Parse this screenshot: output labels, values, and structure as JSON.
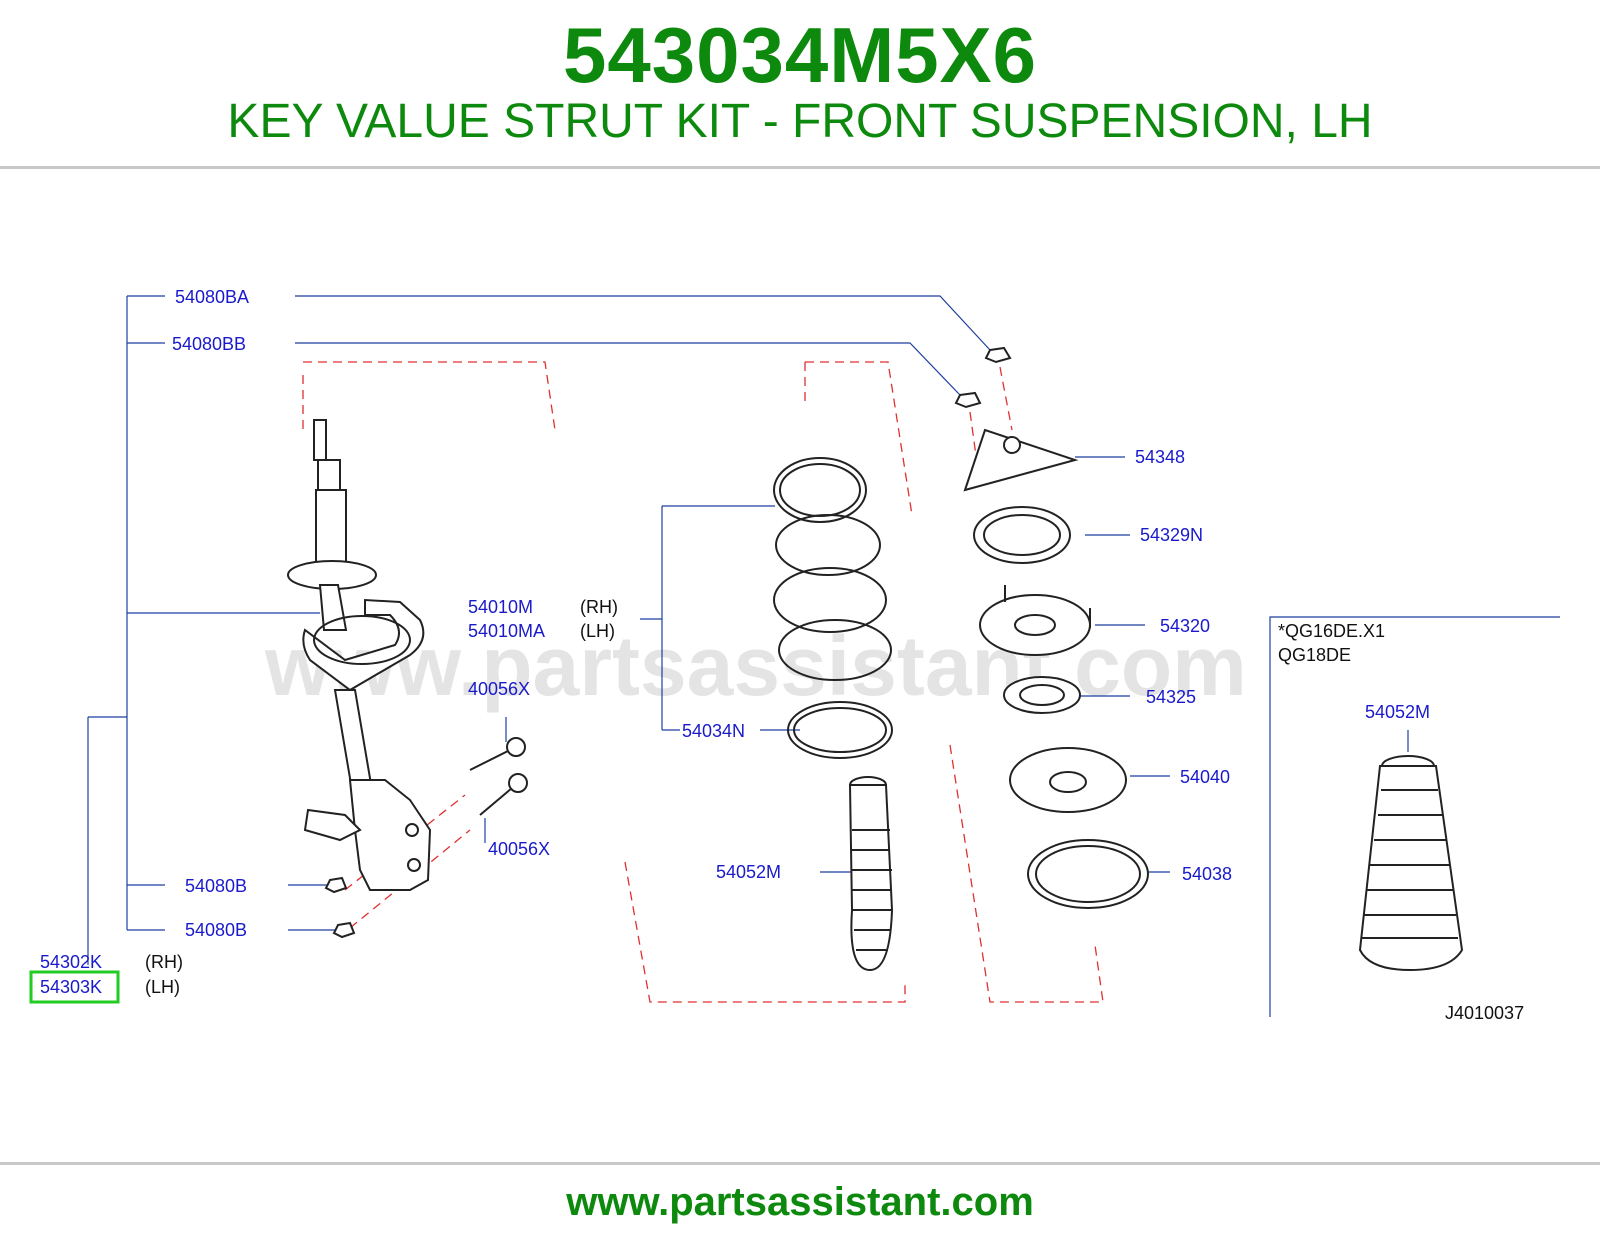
{
  "header": {
    "part_number": "543034M5X6",
    "description": "KEY VALUE STRUT KIT - FRONT SUSPENSION, LH"
  },
  "watermark": "www.partsassistant.com",
  "diagram": {
    "labels": {
      "p54080BA": "54080BA",
      "p54080BB": "54080BB",
      "p54010M": "54010M",
      "p54010M_side": "(RH)",
      "p54010MA": "54010MA",
      "p54010MA_side": "(LH)",
      "p40056X_top": "40056X",
      "p40056X_bottom": "40056X",
      "p54080B_top": "54080B",
      "p54080B_bottom": "54080B",
      "p54302K": "54302K",
      "p54302K_side": "(RH)",
      "p54303K": "54303K",
      "p54303K_side": "(LH)",
      "p54348": "54348",
      "p54329N": "54329N",
      "p54320": "54320",
      "p54325": "54325",
      "p54040": "54040",
      "p54038": "54038",
      "p54034N": "54034N",
      "p54052M_center": "54052M",
      "p54052M_right": "54052M",
      "engine_note_1": "*QG16DE.X1",
      "engine_note_2": "QG18DE",
      "diagram_code": "J4010037"
    },
    "highlighted_part": "54303K",
    "highlight_color": "#22cc22"
  },
  "footer": {
    "url": "www.partsassistant.com"
  },
  "colors": {
    "brand_green": "#0d8a0d",
    "label_blue": "#1a1acc",
    "leader_blue": "#1f3fa0",
    "dash_red": "#e03030"
  }
}
